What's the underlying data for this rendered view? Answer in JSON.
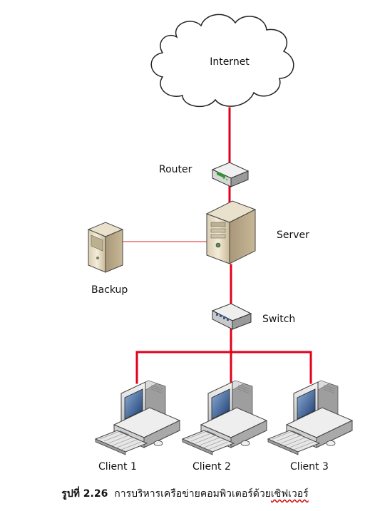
{
  "nodes": {
    "internet": "Internet",
    "router": "Router",
    "server": "Server",
    "backup": "Backup",
    "switch": "Switch",
    "client1": "Client 1",
    "client2": "Client 2",
    "client3": "Client 3"
  },
  "caption": {
    "figure_label": "รูปที่ 2.26",
    "text_main": "การบริหารเครือข่ายคอมพิวเตอร์ด้วย",
    "text_flagged": "เซิฟเวอร์"
  },
  "colors": {
    "link_primary": "#e2001a",
    "link_backup": "#e05050",
    "cloud_stroke": "#222222"
  },
  "icons": {
    "cloud": "cloud-icon",
    "router": "router-icon",
    "server": "server-tower-icon",
    "backup": "backup-server-icon",
    "switch": "switch-icon",
    "client": "desktop-computer-icon"
  }
}
